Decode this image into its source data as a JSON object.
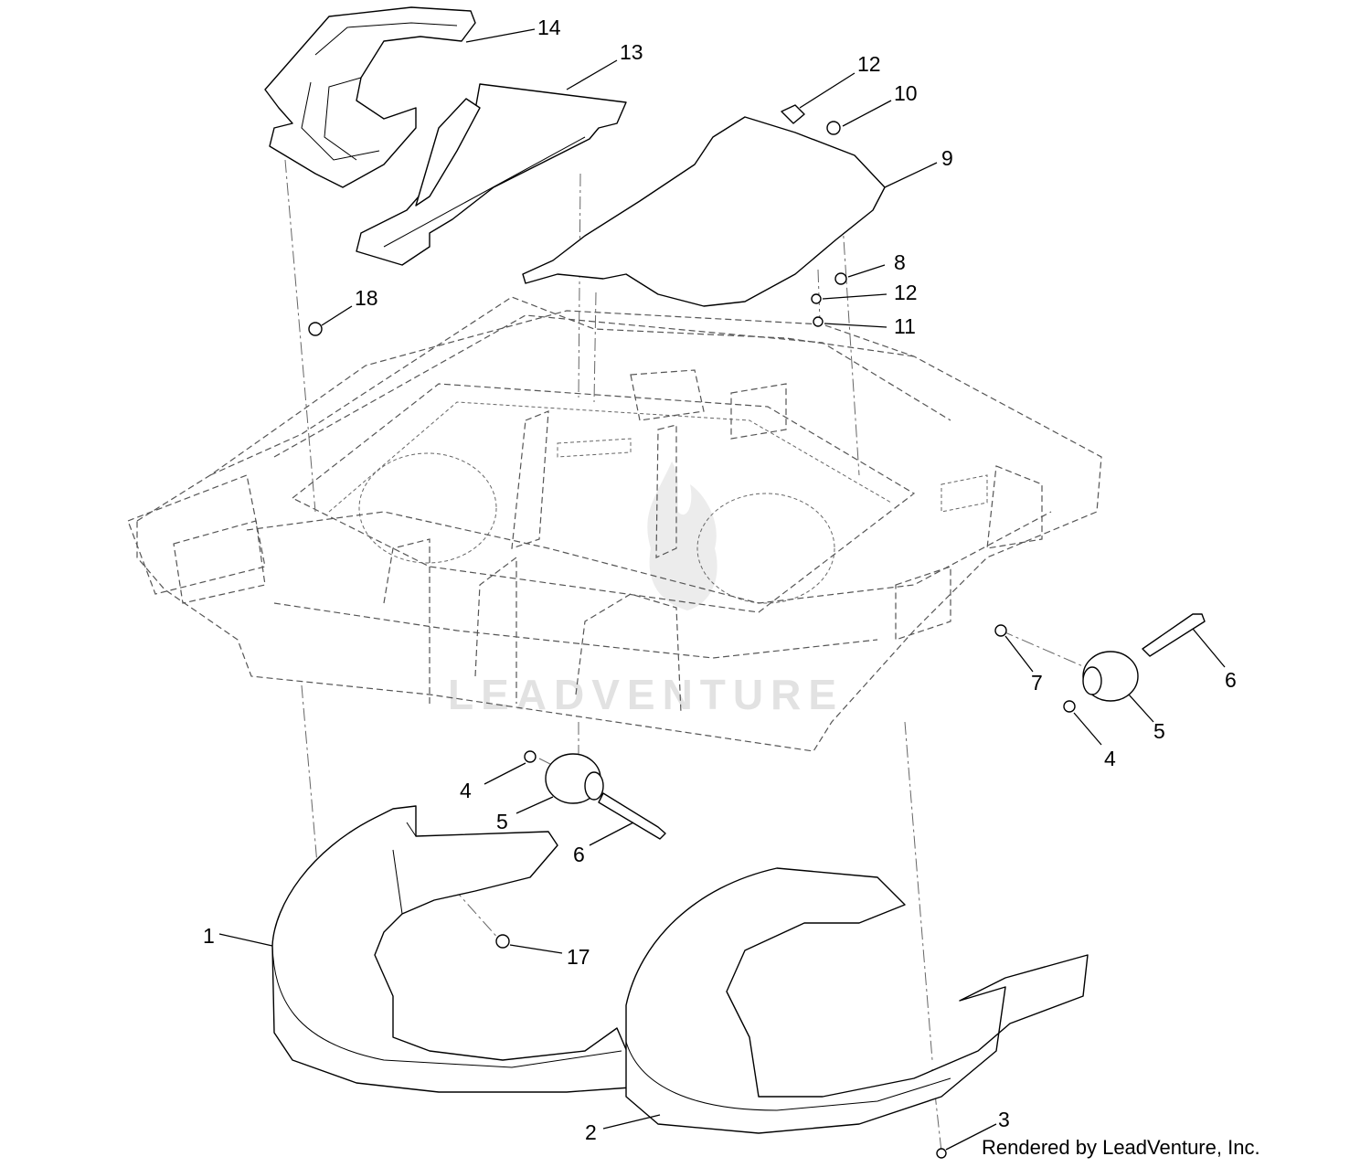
{
  "callouts": [
    {
      "label": "14"
    },
    {
      "label": "13"
    },
    {
      "label": "12"
    },
    {
      "label": "10"
    },
    {
      "label": "9"
    },
    {
      "label": "8"
    },
    {
      "label": "12"
    },
    {
      "label": "11"
    },
    {
      "label": "18"
    },
    {
      "label": "7"
    },
    {
      "label": "6"
    },
    {
      "label": "5"
    },
    {
      "label": "4"
    },
    {
      "label": "4"
    },
    {
      "label": "5"
    },
    {
      "label": "6"
    },
    {
      "label": "1"
    },
    {
      "label": "17"
    },
    {
      "label": "2"
    },
    {
      "label": "3"
    }
  ],
  "watermark": {
    "text": "LEADVENTURE"
  },
  "credit": "Rendered by LeadVenture, Inc."
}
